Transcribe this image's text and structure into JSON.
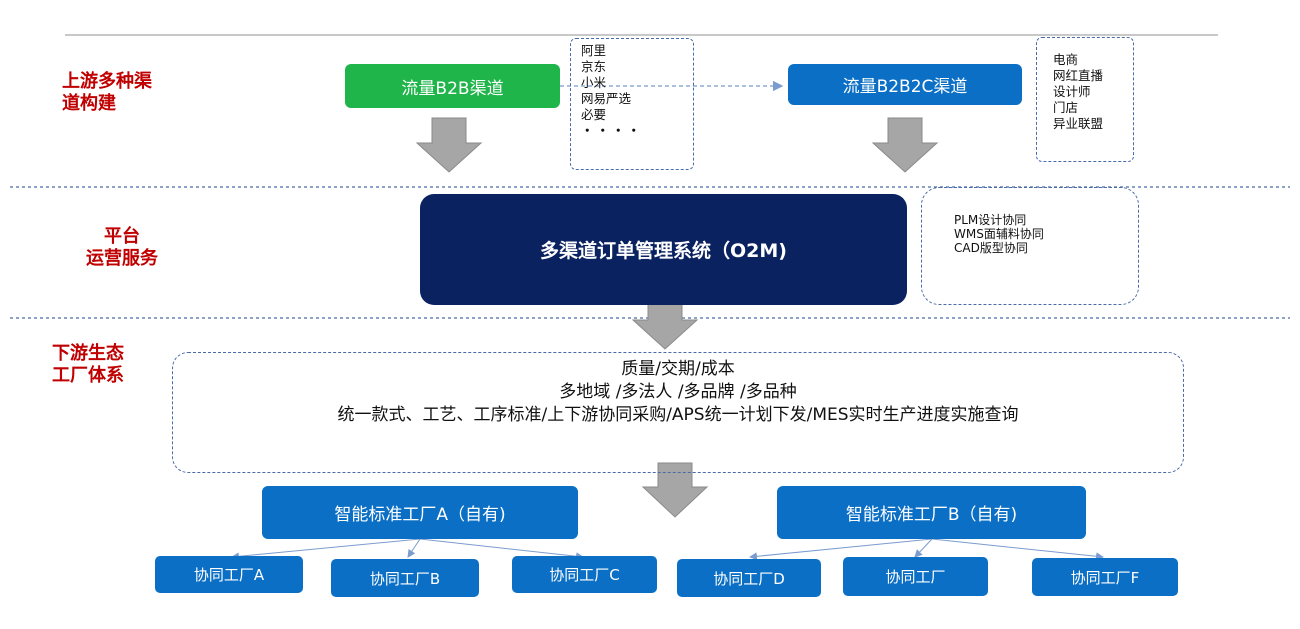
{
  "sections": {
    "upstream_line1": "上游多种渠",
    "upstream_line2": "道构建",
    "platform_line1": "平台",
    "platform_line2": "运营服务",
    "downstream_line1": "下游生态",
    "downstream_line2": "工厂体系"
  },
  "upstream": {
    "b2b_label": "流量B2B渠道",
    "b2b2c_label": "流量B2B2C渠道",
    "b2b_list": [
      "阿里",
      "京东",
      "小米",
      "网易严选",
      "必要",
      "・・・・"
    ],
    "b2b2c_list": [
      "电商",
      "网红直播",
      "设计师",
      "门店",
      "异业联盟"
    ]
  },
  "platform": {
    "o2m_label": "多渠道订单管理系统（O2M)",
    "collab_list": [
      "PLM设计协同",
      "WMS面辅料协同",
      "CAD版型协同"
    ]
  },
  "downstream": {
    "line1": "质量/交期/成本",
    "line2": "多地域 /多法人 /多品牌 /多品种",
    "line3": "统一款式、工艺、工序标准/上下游协同采购/APS统一计划下发/MES实时生产进度实施查询"
  },
  "factories": {
    "smart_a": "智能标准工厂A（自有)",
    "smart_b": "智能标准工厂B（自有)",
    "collab": [
      "协同工厂A",
      "协同工厂B",
      "协同工厂C",
      "协同工厂D",
      "协同工厂",
      "协同工厂F"
    ]
  },
  "colors": {
    "section_label": "#c00000",
    "box_blue": "#0a6fc5",
    "box_green": "#1fb54b",
    "box_navy": "#0b2260",
    "arrow_gray": "#a6a6a6",
    "divider": "#4a6aa8"
  }
}
